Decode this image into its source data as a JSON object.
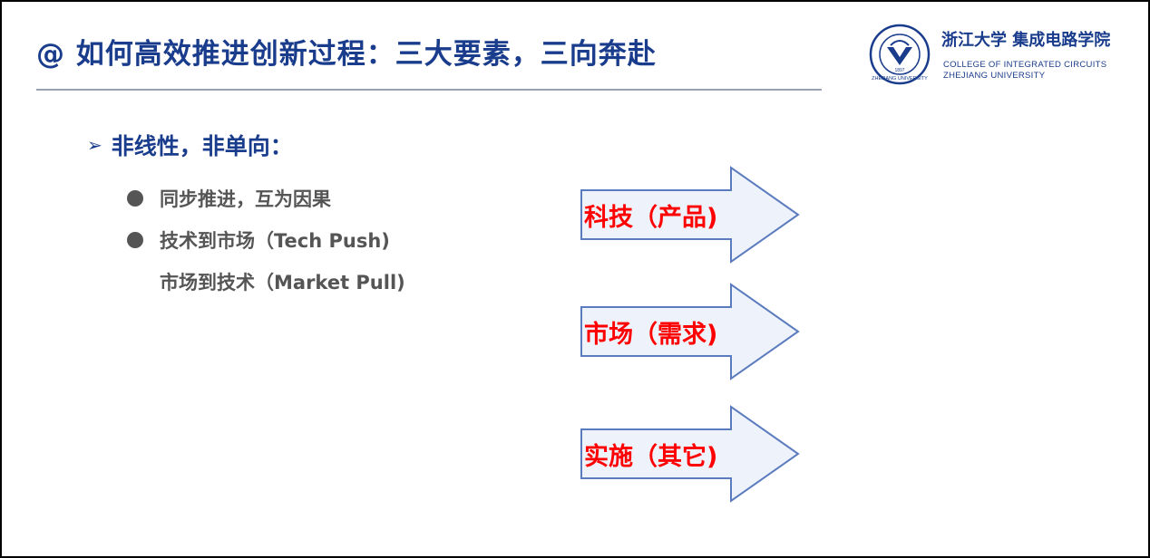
{
  "header": {
    "title": "@ 如何高效推进创新过程：三大要素，三向奔赴"
  },
  "logo": {
    "icon": "university-seal-icon",
    "name_cn": "浙江大学 集成电路学院",
    "name_en_line1": "COLLEGE OF INTEGRATED CIRCUITS",
    "name_en_line2": "ZHEJIANG UNIVERSITY",
    "seal_text": "ZHEJIANG UNIVERSITY 1897"
  },
  "section": {
    "marker": "➢",
    "heading": "非线性，非单向："
  },
  "bullets": [
    {
      "text": "同步推进，互为因果"
    },
    {
      "text": "技术到市场（Tech Push)"
    },
    {
      "text": "市场到技术（Market Pull)"
    }
  ],
  "arrows": [
    {
      "label": "科技（产品)"
    },
    {
      "label": "市场（需求)"
    },
    {
      "label": "实施（其它)"
    }
  ],
  "colors": {
    "title": "#1a3c8c",
    "bullet_text": "#555555",
    "arrow_label": "#ff0000",
    "arrow_fill": "#eef2fb",
    "arrow_stroke": "#5b7bbf"
  }
}
